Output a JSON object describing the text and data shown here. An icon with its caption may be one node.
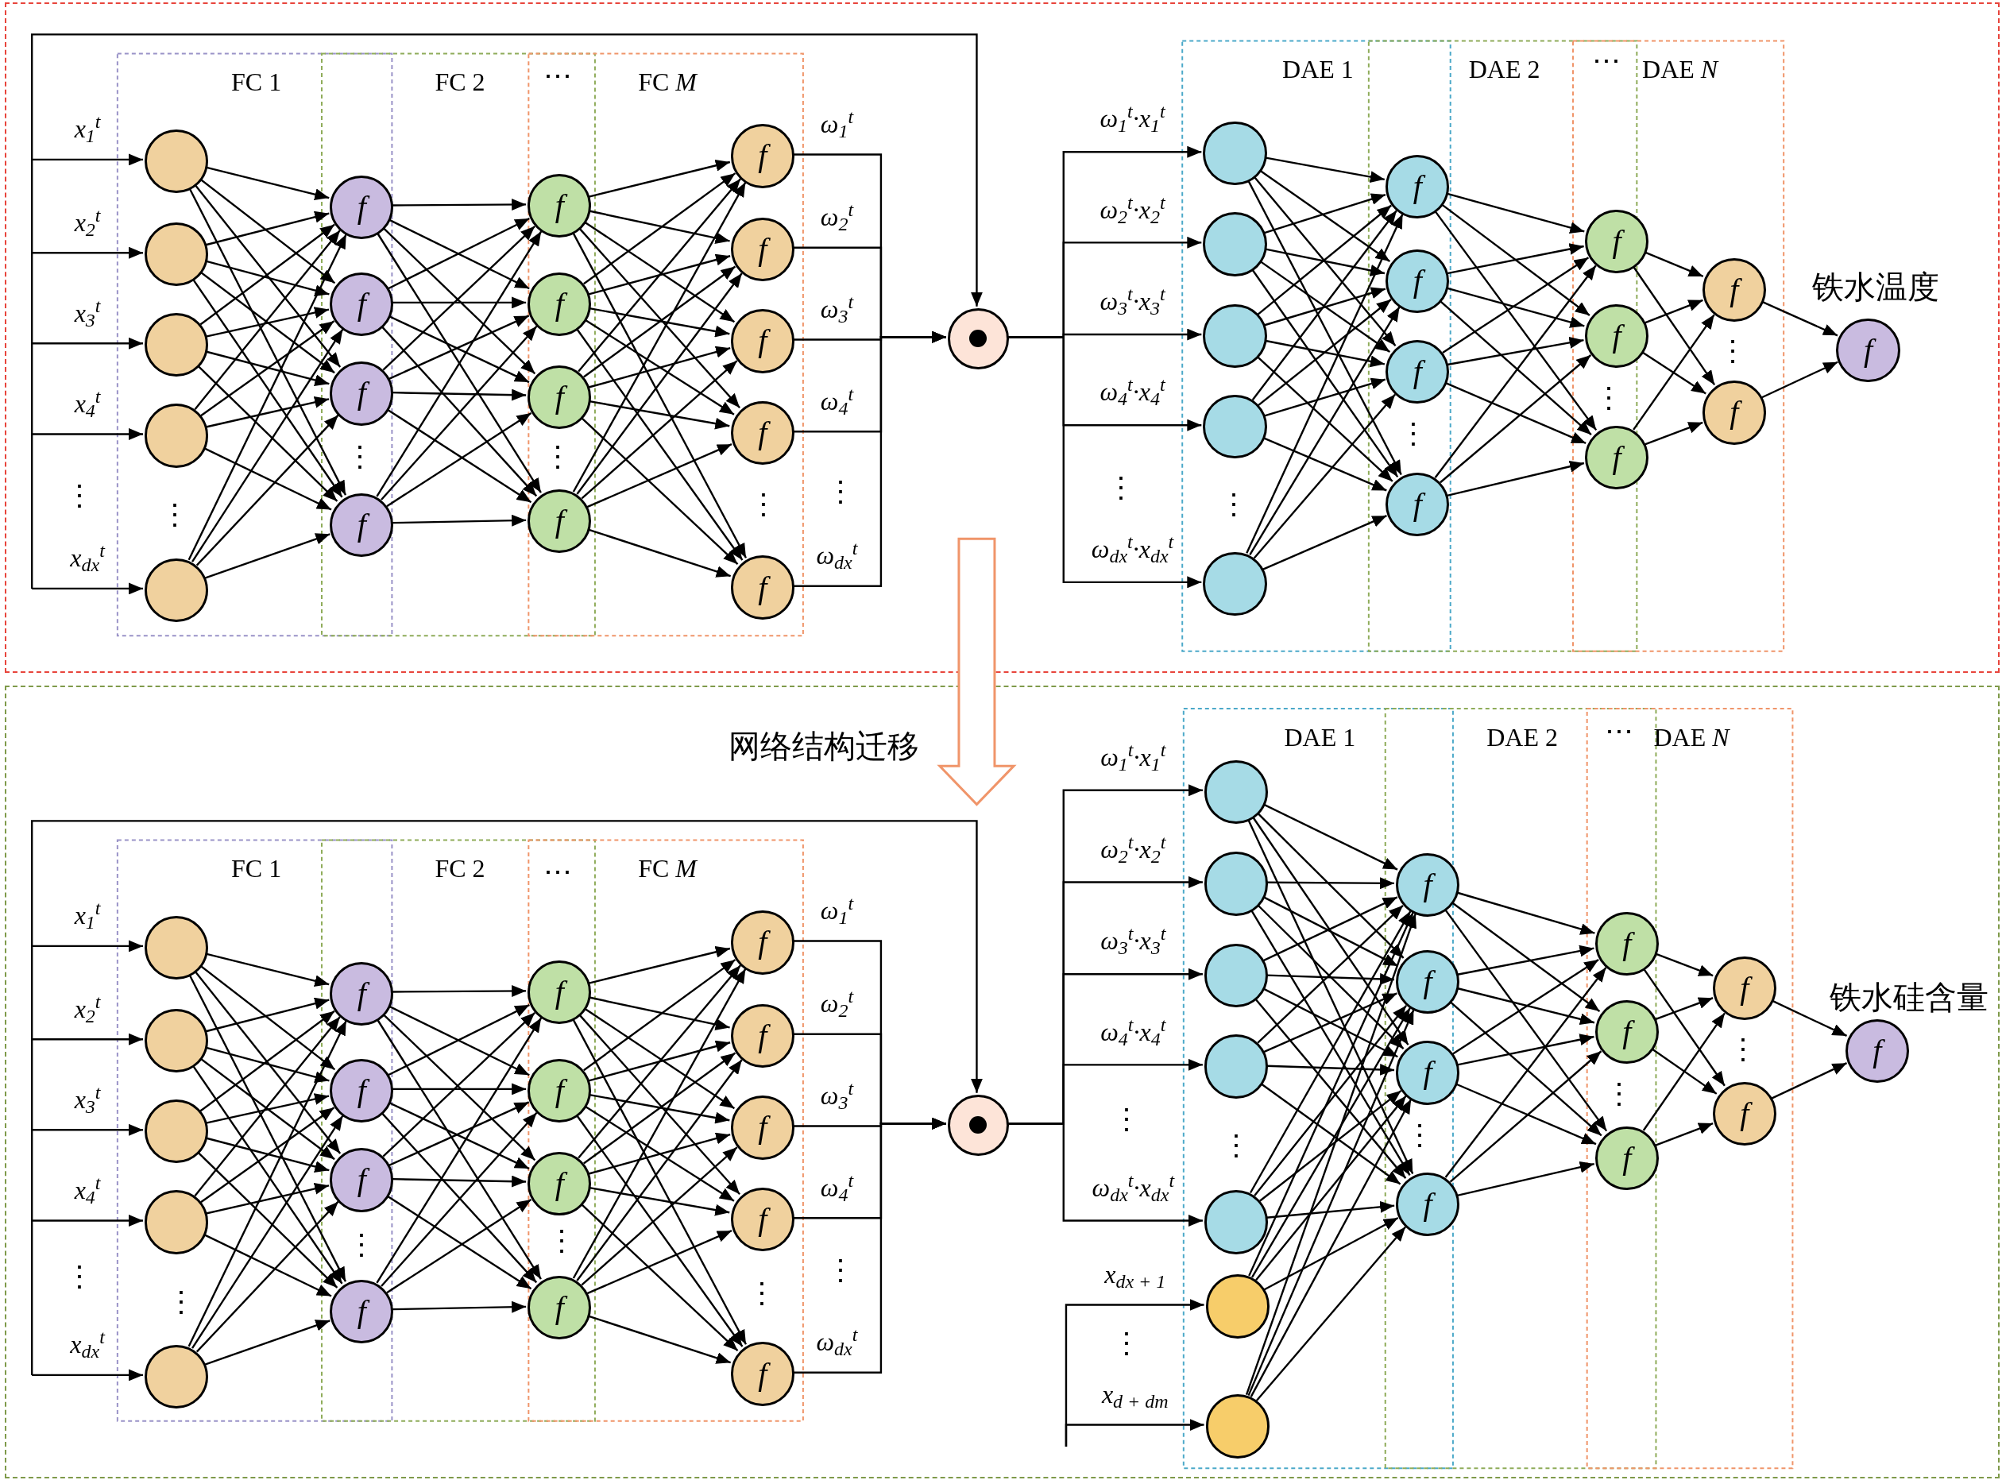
{
  "diagram": {
    "nodes": [
      {
        "text": [],
        "shape": "box"
      },
      {
        "text": [
          "FC 1"
        ],
        "in": 0
      },
      {
        "text": [
          "FC 2"
        ],
        "in": 0
      },
      {
        "text": [
          "FC *M*"
        ],
        "in": 0
      },
      {
        "text": [
          "DAE 1"
        ],
        "in": 0
      },
      {
        "text": [
          "DAE 2"
        ],
        "in": 0
      },
      {
        "text": [
          "DAE *N*"
        ],
        "in": 0
      },
      {
        "text": [],
        "shape": "circle",
        "in": 0
      },
      {
        "text": [],
        "shape": "circle",
        "in": 0
      },
      {
        "text": [],
        "shape": "circle",
        "in": 0
      },
      {
        "text": [],
        "shape": "circle",
        "in": 0
      },
      {
        "text": [],
        "shape": "circle",
        "in": 0
      },
      {
        "text": [
          "f"
        ],
        "in": 0
      },
      {
        "text": [
          "f"
        ],
        "in": 0
      },
      {
        "text": [
          "f"
        ],
        "in": 0
      },
      {
        "text": [
          "f"
        ],
        "in": 0
      },
      {
        "text": [
          "f"
        ],
        "in": 0
      },
      {
        "text": [
          "f"
        ],
        "in": 0
      },
      {
        "text": [
          "f"
        ],
        "in": 0
      },
      {
        "text": [
          "f"
        ],
        "in": 0
      },
      {
        "text": [
          "f"
        ],
        "in": 0
      },
      {
        "text": [
          "f"
        ],
        "in": 0
      },
      {
        "text": [
          "f"
        ],
        "in": 0
      },
      {
        "text": [
          "f"
        ],
        "in": 0
      },
      {
        "text": [
          "f"
        ],
        "in": 0
      },
      {
        "text": [],
        "shape": "circle",
        "in": 0
      },
      {
        "text": [],
        "shape": "circle",
        "in": 0
      },
      {
        "text": [],
        "shape": "circle",
        "in": 0
      },
      {
        "text": [],
        "shape": "circle",
        "in": 0
      },
      {
        "text": [],
        "shape": "circle",
        "in": 0
      },
      {
        "text": [],
        "shape": "circle",
        "in": 0
      },
      {
        "text": [
          "f"
        ],
        "in": 0
      },
      {
        "text": [
          "f"
        ],
        "in": 0
      },
      {
        "text": [
          "f"
        ],
        "in": 0
      },
      {
        "text": [
          "f"
        ],
        "in": 0
      },
      {
        "text": [
          "f"
        ],
        "in": 0
      },
      {
        "text": [
          "f"
        ],
        "in": 0
      },
      {
        "text": [
          "f"
        ],
        "in": 0
      },
      {
        "text": [
          "f"
        ],
        "in": 0
      },
      {
        "text": [
          "f"
        ],
        "in": 0
      },
      {
        "text": [
          "f"
        ],
        "in": 0,
        "beside": [
          "铁水温度"
        ]
      },
      {
        "text": [],
        "shape": "box"
      },
      {
        "text": [
          "FC 1"
        ],
        "in": 41
      },
      {
        "text": [
          "FC 2"
        ],
        "in": 41
      },
      {
        "text": [
          "FC *M*"
        ],
        "in": 41
      },
      {
        "text": [
          "DAE 1"
        ],
        "in": 41
      },
      {
        "text": [
          "DAE 2"
        ],
        "in": 41
      },
      {
        "text": [
          "DAE *N*"
        ],
        "in": 41
      },
      {
        "text": [],
        "shape": "circle",
        "in": 41
      },
      {
        "text": [],
        "shape": "circle",
        "in": 41
      },
      {
        "text": [],
        "shape": "circle",
        "in": 41
      },
      {
        "text": [],
        "shape": "circle",
        "in": 41
      },
      {
        "text": [],
        "shape": "circle",
        "in": 41
      },
      {
        "text": [
          "f"
        ],
        "in": 41
      },
      {
        "text": [
          "f"
        ],
        "in": 41
      },
      {
        "text": [
          "f"
        ],
        "in": 41
      },
      {
        "text": [
          "f"
        ],
        "in": 41
      },
      {
        "text": [
          "f"
        ],
        "in": 41
      },
      {
        "text": [
          "f"
        ],
        "in": 41
      },
      {
        "text": [
          "f"
        ],
        "in": 41
      },
      {
        "text": [
          "f"
        ],
        "in": 41
      },
      {
        "text": [
          "f"
        ],
        "in": 41
      },
      {
        "text": [
          "f"
        ],
        "in": 41
      },
      {
        "text": [
          "f"
        ],
        "in": 41
      },
      {
        "text": [
          "f"
        ],
        "in": 41
      },
      {
        "text": [
          "f"
        ],
        "in": 41
      },
      {
        "text": [],
        "shape": "circle",
        "in": 41
      },
      {
        "text": [],
        "shape": "circle",
        "in": 41
      },
      {
        "text": [],
        "shape": "circle",
        "in": 41
      },
      {
        "text": [],
        "shape": "circle",
        "in": 41
      },
      {
        "text": [],
        "shape": "circle",
        "in": 41
      },
      {
        "text": [],
        "shape": "circle",
        "in": 41
      },
      {
        "text": [],
        "shape": "circle",
        "in": 41
      },
      {
        "text": [],
        "shape": "circle",
        "in": 41
      },
      {
        "text": [
          "f"
        ],
        "in": 41
      },
      {
        "text": [
          "f"
        ],
        "in": 41
      },
      {
        "text": [
          "f"
        ],
        "in": 41
      },
      {
        "text": [
          "f"
        ],
        "in": 41
      },
      {
        "text": [
          "f"
        ],
        "in": 41
      },
      {
        "text": [
          "f"
        ],
        "in": 41
      },
      {
        "text": [
          "f"
        ],
        "in": 41
      },
      {
        "text": [
          "f"
        ],
        "in": 41
      },
      {
        "text": [
          "f"
        ],
        "in": 41
      },
      {
        "text": [
          "f"
        ],
        "in": 41,
        "beside": [
          "铁水硅含量"
        ]
      }
    ],
    "edges": [
      {
        "from": null,
        "to": 7,
        "arrow": "to",
        "label": "x$_{1}$$^{t}$"
      },
      {
        "from": null,
        "to": 8,
        "arrow": "to",
        "label": "x$_{2}$$^{t}$"
      },
      {
        "from": null,
        "to": 9,
        "arrow": "to",
        "label": "x$_{3}$$^{t}$"
      },
      {
        "from": null,
        "to": 10,
        "arrow": "to",
        "label": "x$_{4}$$^{t}$"
      },
      {
        "from": null,
        "to": 11,
        "arrow": "to",
        "label": "x$_{dx}$$^{t}$"
      },
      {
        "from": null,
        "to": 25,
        "arrow": "to"
      },
      {
        "from": 7,
        "to": 12,
        "arrow": "to"
      },
      {
        "from": 7,
        "to": 13,
        "arrow": "to"
      },
      {
        "from": 7,
        "to": 14,
        "arrow": "to"
      },
      {
        "from": 7,
        "to": 15,
        "arrow": "to"
      },
      {
        "from": 8,
        "to": 12,
        "arrow": "to"
      },
      {
        "from": 8,
        "to": 13,
        "arrow": "to"
      },
      {
        "from": 8,
        "to": 14,
        "arrow": "to"
      },
      {
        "from": 8,
        "to": 15,
        "arrow": "to"
      },
      {
        "from": 9,
        "to": 12,
        "arrow": "to"
      },
      {
        "from": 9,
        "to": 13,
        "arrow": "to"
      },
      {
        "from": 9,
        "to": 14,
        "arrow": "to"
      },
      {
        "from": 9,
        "to": 15,
        "arrow": "to"
      },
      {
        "from": 10,
        "to": 12,
        "arrow": "to"
      },
      {
        "from": 10,
        "to": 13,
        "arrow": "to"
      },
      {
        "from": 10,
        "to": 14,
        "arrow": "to"
      },
      {
        "from": 10,
        "to": 15,
        "arrow": "to"
      },
      {
        "from": 11,
        "to": 12,
        "arrow": "to"
      },
      {
        "from": 11,
        "to": 13,
        "arrow": "to"
      },
      {
        "from": 11,
        "to": 14,
        "arrow": "to"
      },
      {
        "from": 11,
        "to": 15,
        "arrow": "to"
      },
      {
        "from": 12,
        "to": 16,
        "arrow": "to"
      },
      {
        "from": 12,
        "to": 17,
        "arrow": "to"
      },
      {
        "from": 12,
        "to": 18,
        "arrow": "to"
      },
      {
        "from": 12,
        "to": 19,
        "arrow": "to"
      },
      {
        "from": 13,
        "to": 16,
        "arrow": "to"
      },
      {
        "from": 13,
        "to": 17,
        "arrow": "to"
      },
      {
        "from": 13,
        "to": 18,
        "arrow": "to"
      },
      {
        "from": 13,
        "to": 19,
        "arrow": "to"
      },
      {
        "from": 14,
        "to": 16,
        "arrow": "to"
      },
      {
        "from": 14,
        "to": 17,
        "arrow": "to"
      },
      {
        "from": 14,
        "to": 18,
        "arrow": "to"
      },
      {
        "from": 14,
        "to": 19,
        "arrow": "to"
      },
      {
        "from": 15,
        "to": 16,
        "arrow": "to"
      },
      {
        "from": 15,
        "to": 17,
        "arrow": "to"
      },
      {
        "from": 15,
        "to": 18,
        "arrow": "to"
      },
      {
        "from": 15,
        "to": 19,
        "arrow": "to"
      },
      {
        "from": 16,
        "to": 20,
        "arrow": "to"
      },
      {
        "from": 16,
        "to": 21,
        "arrow": "to"
      },
      {
        "from": 16,
        "to": 22,
        "arrow": "to"
      },
      {
        "from": 16,
        "to": 23,
        "arrow": "to"
      },
      {
        "from": 16,
        "to": 24,
        "arrow": "to"
      },
      {
        "from": 17,
        "to": 20,
        "arrow": "to"
      },
      {
        "from": 17,
        "to": 21,
        "arrow": "to"
      },
      {
        "from": 17,
        "to": 22,
        "arrow": "to"
      },
      {
        "from": 17,
        "to": 23,
        "arrow": "to"
      },
      {
        "from": 17,
        "to": 24,
        "arrow": "to"
      },
      {
        "from": 18,
        "to": 20,
        "arrow": "to"
      },
      {
        "from": 18,
        "to": 21,
        "arrow": "to"
      },
      {
        "from": 18,
        "to": 22,
        "arrow": "to"
      },
      {
        "from": 18,
        "to": 23,
        "arrow": "to"
      },
      {
        "from": 18,
        "to": 24,
        "arrow": "to"
      },
      {
        "from": 19,
        "to": 20,
        "arrow": "to"
      },
      {
        "from": 19,
        "to": 21,
        "arrow": "to"
      },
      {
        "from": 19,
        "to": 22,
        "arrow": "to"
      },
      {
        "from": 19,
        "to": 23,
        "arrow": "to"
      },
      {
        "from": 19,
        "to": 24,
        "arrow": "to"
      },
      {
        "from": 20,
        "to": 25,
        "arrow": "to",
        "label": "ω$_{1}$$^{t}$"
      },
      {
        "from": 21,
        "to": 25,
        "arrow": "to",
        "label": "ω$_{2}$$^{t}$"
      },
      {
        "from": 22,
        "to": 25,
        "arrow": "to",
        "label": "ω$_{3}$$^{t}$"
      },
      {
        "from": 23,
        "to": 25,
        "arrow": "to",
        "label": "ω$_{4}$$^{t}$"
      },
      {
        "from": 24,
        "to": 25,
        "arrow": "to",
        "label": "ω$_{dx}$$^{t}$"
      },
      {
        "from": 25,
        "to": 26,
        "arrow": "to",
        "label": "ω$_{1}$$^{t}$·x$_{1}$$^{t}$"
      },
      {
        "from": 25,
        "to": 27,
        "arrow": "to",
        "label": "ω$_{2}$$^{t}$·x$_{2}$$^{t}$"
      },
      {
        "from": 25,
        "to": 28,
        "arrow": "to",
        "label": "ω$_{3}$$^{t}$·x$_{3}$$^{t}$"
      },
      {
        "from": 25,
        "to": 29,
        "arrow": "to",
        "label": "ω$_{4}$$^{t}$·x$_{4}$$^{t}$"
      },
      {
        "from": 25,
        "to": 30,
        "arrow": "to",
        "label": "ω$_{dx}$$^{t}$·x$_{dx}$$^{t}$"
      },
      {
        "from": 26,
        "to": 31,
        "arrow": "to"
      },
      {
        "from": 26,
        "to": 32,
        "arrow": "to"
      },
      {
        "from": 26,
        "to": 33,
        "arrow": "to"
      },
      {
        "from": 26,
        "to": 34,
        "arrow": "to"
      },
      {
        "from": 27,
        "to": 31,
        "arrow": "to"
      },
      {
        "from": 27,
        "to": 32,
        "arrow": "to"
      },
      {
        "from": 27,
        "to": 33,
        "arrow": "to"
      },
      {
        "from": 27,
        "to": 34,
        "arrow": "to"
      },
      {
        "from": 28,
        "to": 31,
        "arrow": "to"
      },
      {
        "from": 28,
        "to": 32,
        "arrow": "to"
      },
      {
        "from": 28,
        "to": 33,
        "arrow": "to"
      },
      {
        "from": 28,
        "to": 34,
        "arrow": "to"
      },
      {
        "from": 29,
        "to": 31,
        "arrow": "to"
      },
      {
        "from": 29,
        "to": 32,
        "arrow": "to"
      },
      {
        "from": 29,
        "to": 33,
        "arrow": "to"
      },
      {
        "from": 29,
        "to": 34,
        "arrow": "to"
      },
      {
        "from": 30,
        "to": 31,
        "arrow": "to"
      },
      {
        "from": 30,
        "to": 32,
        "arrow": "to"
      },
      {
        "from": 30,
        "to": 33,
        "arrow": "to"
      },
      {
        "from": 30,
        "to": 34,
        "arrow": "to"
      },
      {
        "from": 31,
        "to": 35,
        "arrow": "to"
      },
      {
        "from": 31,
        "to": 36,
        "arrow": "to"
      },
      {
        "from": 31,
        "to": 37,
        "arrow": "to"
      },
      {
        "from": 32,
        "to": 35,
        "arrow": "to"
      },
      {
        "from": 32,
        "to": 36,
        "arrow": "to"
      },
      {
        "from": 32,
        "to": 37,
        "arrow": "to"
      },
      {
        "from": 33,
        "to": 35,
        "arrow": "to"
      },
      {
        "from": 33,
        "to": 36,
        "arrow": "to"
      },
      {
        "from": 33,
        "to": 37,
        "arrow": "to"
      },
      {
        "from": 34,
        "to": 35,
        "arrow": "to"
      },
      {
        "from": 34,
        "to": 36,
        "arrow": "to"
      },
      {
        "from": 34,
        "to": 37,
        "arrow": "to"
      },
      {
        "from": 35,
        "to": 38,
        "arrow": "to"
      },
      {
        "from": 35,
        "to": 39,
        "arrow": "to"
      },
      {
        "from": 36,
        "to": 38,
        "arrow": "to"
      },
      {
        "from": 36,
        "to": 39,
        "arrow": "to"
      },
      {
        "from": 37,
        "to": 38,
        "arrow": "to"
      },
      {
        "from": 37,
        "to": 39,
        "arrow": "to"
      },
      {
        "from": 38,
        "to": 40,
        "arrow": "to"
      },
      {
        "from": 39,
        "to": 40,
        "arrow": "to"
      },
      {
        "from": null,
        "to": 48,
        "arrow": "to",
        "label": "x$_{1}$$^{t}$"
      },
      {
        "from": null,
        "to": 49,
        "arrow": "to",
        "label": "x$_{2}$$^{t}$"
      },
      {
        "from": null,
        "to": 50,
        "arrow": "to",
        "label": "x$_{3}$$^{t}$"
      },
      {
        "from": null,
        "to": 51,
        "arrow": "to",
        "label": "x$_{4}$$^{t}$"
      },
      {
        "from": null,
        "to": 52,
        "arrow": "to",
        "label": "x$_{dx}$$^{t}$"
      },
      {
        "from": null,
        "to": 66,
        "arrow": "to"
      },
      {
        "from": 48,
        "to": 53,
        "arrow": "to"
      },
      {
        "from": 48,
        "to": 54,
        "arrow": "to"
      },
      {
        "from": 48,
        "to": 55,
        "arrow": "to"
      },
      {
        "from": 48,
        "to": 56,
        "arrow": "to"
      },
      {
        "from": 49,
        "to": 53,
        "arrow": "to"
      },
      {
        "from": 49,
        "to": 54,
        "arrow": "to"
      },
      {
        "from": 49,
        "to": 55,
        "arrow": "to"
      },
      {
        "from": 49,
        "to": 56,
        "arrow": "to"
      },
      {
        "from": 50,
        "to": 53,
        "arrow": "to"
      },
      {
        "from": 50,
        "to": 54,
        "arrow": "to"
      },
      {
        "from": 50,
        "to": 55,
        "arrow": "to"
      },
      {
        "from": 50,
        "to": 56,
        "arrow": "to"
      },
      {
        "from": 51,
        "to": 53,
        "arrow": "to"
      },
      {
        "from": 51,
        "to": 54,
        "arrow": "to"
      },
      {
        "from": 51,
        "to": 55,
        "arrow": "to"
      },
      {
        "from": 51,
        "to": 56,
        "arrow": "to"
      },
      {
        "from": 52,
        "to": 53,
        "arrow": "to"
      },
      {
        "from": 52,
        "to": 54,
        "arrow": "to"
      },
      {
        "from": 52,
        "to": 55,
        "arrow": "to"
      },
      {
        "from": 52,
        "to": 56,
        "arrow": "to"
      },
      {
        "from": 53,
        "to": 57,
        "arrow": "to"
      },
      {
        "from": 53,
        "to": 58,
        "arrow": "to"
      },
      {
        "from": 53,
        "to": 59,
        "arrow": "to"
      },
      {
        "from": 53,
        "to": 60,
        "arrow": "to"
      },
      {
        "from": 54,
        "to": 57,
        "arrow": "to"
      },
      {
        "from": 54,
        "to": 58,
        "arrow": "to"
      },
      {
        "from": 54,
        "to": 59,
        "arrow": "to"
      },
      {
        "from": 54,
        "to": 60,
        "arrow": "to"
      },
      {
        "from": 55,
        "to": 57,
        "arrow": "to"
      },
      {
        "from": 55,
        "to": 58,
        "arrow": "to"
      },
      {
        "from": 55,
        "to": 59,
        "arrow": "to"
      },
      {
        "from": 55,
        "to": 60,
        "arrow": "to"
      },
      {
        "from": 56,
        "to": 57,
        "arrow": "to"
      },
      {
        "from": 56,
        "to": 58,
        "arrow": "to"
      },
      {
        "from": 56,
        "to": 59,
        "arrow": "to"
      },
      {
        "from": 56,
        "to": 60,
        "arrow": "to"
      },
      {
        "from": 57,
        "to": 61,
        "arrow": "to"
      },
      {
        "from": 57,
        "to": 62,
        "arrow": "to"
      },
      {
        "from": 57,
        "to": 63,
        "arrow": "to"
      },
      {
        "from": 57,
        "to": 64,
        "arrow": "to"
      },
      {
        "from": 57,
        "to": 65,
        "arrow": "to"
      },
      {
        "from": 58,
        "to": 61,
        "arrow": "to"
      },
      {
        "from": 58,
        "to": 62,
        "arrow": "to"
      },
      {
        "from": 58,
        "to": 63,
        "arrow": "to"
      },
      {
        "from": 58,
        "to": 64,
        "arrow": "to"
      },
      {
        "from": 58,
        "to": 65,
        "arrow": "to"
      },
      {
        "from": 59,
        "to": 61,
        "arrow": "to"
      },
      {
        "from": 59,
        "to": 62,
        "arrow": "to"
      },
      {
        "from": 59,
        "to": 63,
        "arrow": "to"
      },
      {
        "from": 59,
        "to": 64,
        "arrow": "to"
      },
      {
        "from": 59,
        "to": 65,
        "arrow": "to"
      },
      {
        "from": 60,
        "to": 61,
        "arrow": "to"
      },
      {
        "from": 60,
        "to": 62,
        "arrow": "to"
      },
      {
        "from": 60,
        "to": 63,
        "arrow": "to"
      },
      {
        "from": 60,
        "to": 64,
        "arrow": "to"
      },
      {
        "from": 60,
        "to": 65,
        "arrow": "to"
      },
      {
        "from": 61,
        "to": 66,
        "arrow": "to",
        "label": "ω$_{1}$$^{t}$"
      },
      {
        "from": 62,
        "to": 66,
        "arrow": "to",
        "label": "ω$_{2}$$^{t}$"
      },
      {
        "from": 63,
        "to": 66,
        "arrow": "to",
        "label": "ω$_{3}$$^{t}$"
      },
      {
        "from": 64,
        "to": 66,
        "arrow": "to",
        "label": "ω$_{4}$$^{t}$"
      },
      {
        "from": 65,
        "to": 66,
        "arrow": "to",
        "label": "ω$_{dx}$$^{t}$"
      },
      {
        "from": 66,
        "to": 67,
        "arrow": "to",
        "label": "ω$_{1}$$^{t}$·x$_{1}$$^{t}$"
      },
      {
        "from": 66,
        "to": 68,
        "arrow": "to",
        "label": "ω$_{2}$$^{t}$·x$_{2}$$^{t}$"
      },
      {
        "from": 66,
        "to": 69,
        "arrow": "to",
        "label": "ω$_{3}$$^{t}$·x$_{3}$$^{t}$"
      },
      {
        "from": 66,
        "to": 70,
        "arrow": "to",
        "label": "ω$_{4}$$^{t}$·x$_{4}$$^{t}$"
      },
      {
        "from": 66,
        "to": 71,
        "arrow": "to",
        "label": "ω$_{dx}$$^{t}$·x$_{dx}$$^{t}$"
      },
      {
        "from": null,
        "to": 72,
        "arrow": "to",
        "label": "x$_{dx + 1}$"
      },
      {
        "from": null,
        "to": 73,
        "arrow": "to",
        "label": "x$_{d + dm}$"
      },
      {
        "from": 67,
        "to": 74,
        "arrow": "to"
      },
      {
        "from": 67,
        "to": 75,
        "arrow": "to"
      },
      {
        "from": 67,
        "to": 76,
        "arrow": "to"
      },
      {
        "from": 67,
        "to": 77,
        "arrow": "to"
      },
      {
        "from": 68,
        "to": 74,
        "arrow": "to"
      },
      {
        "from": 68,
        "to": 75,
        "arrow": "to"
      },
      {
        "from": 68,
        "to": 76,
        "arrow": "to"
      },
      {
        "from": 68,
        "to": 77,
        "arrow": "to"
      },
      {
        "from": 69,
        "to": 74,
        "arrow": "to"
      },
      {
        "from": 69,
        "to": 75,
        "arrow": "to"
      },
      {
        "from": 69,
        "to": 76,
        "arrow": "to"
      },
      {
        "from": 69,
        "to": 77,
        "arrow": "to"
      },
      {
        "from": 70,
        "to": 74,
        "arrow": "to"
      },
      {
        "from": 70,
        "to": 75,
        "arrow": "to"
      },
      {
        "from": 70,
        "to": 76,
        "arrow": "to"
      },
      {
        "from": 70,
        "to": 77,
        "arrow": "to"
      },
      {
        "from": 71,
        "to": 74,
        "arrow": "to"
      },
      {
        "from": 71,
        "to": 75,
        "arrow": "to"
      },
      {
        "from": 71,
        "to": 76,
        "arrow": "to"
      },
      {
        "from": 71,
        "to": 77,
        "arrow": "to"
      },
      {
        "from": 72,
        "to": 74,
        "arrow": "to"
      },
      {
        "from": 72,
        "to": 75,
        "arrow": "to"
      },
      {
        "from": 72,
        "to": 76,
        "arrow": "to"
      },
      {
        "from": 72,
        "to": 77,
        "arrow": "to"
      },
      {
        "from": 73,
        "to": 74,
        "arrow": "to"
      },
      {
        "from": 73,
        "to": 75,
        "arrow": "to"
      },
      {
        "from": 73,
        "to": 76,
        "arrow": "to"
      },
      {
        "from": 73,
        "to": 77,
        "arrow": "to"
      },
      {
        "from": 74,
        "to": 78,
        "arrow": "to"
      },
      {
        "from": 74,
        "to": 79,
        "arrow": "to"
      },
      {
        "from": 74,
        "to": 80,
        "arrow": "to"
      },
      {
        "from": 75,
        "to": 78,
        "arrow": "to"
      },
      {
        "from": 75,
        "to": 79,
        "arrow": "to"
      },
      {
        "from": 75,
        "to": 80,
        "arrow": "to"
      },
      {
        "from": 76,
        "to": 78,
        "arrow": "to"
      },
      {
        "from": 76,
        "to": 79,
        "arrow": "to"
      },
      {
        "from": 76,
        "to": 80,
        "arrow": "to"
      },
      {
        "from": 77,
        "to": 78,
        "arrow": "to"
      },
      {
        "from": 77,
        "to": 79,
        "arrow": "to"
      },
      {
        "from": 77,
        "to": 80,
        "arrow": "to"
      },
      {
        "from": 78,
        "to": 81,
        "arrow": "to"
      },
      {
        "from": 78,
        "to": 82,
        "arrow": "to"
      },
      {
        "from": 79,
        "to": 81,
        "arrow": "to"
      },
      {
        "from": 79,
        "to": 82,
        "arrow": "to"
      },
      {
        "from": 80,
        "to": 81,
        "arrow": "to"
      },
      {
        "from": 80,
        "to": 82,
        "arrow": "to"
      },
      {
        "from": 81,
        "to": 83,
        "arrow": "to"
      },
      {
        "from": 82,
        "to": 83,
        "arrow": "to"
      },
      {
        "from": 0,
        "to": 41,
        "arrow": "to",
        "label": "网络结构迁移",
        "style": "thick",
        "color": "#f0956a"
      }
    ],
    "labels": [
      "⋯",
      "⋮",
      "⋮",
      "⋮",
      "⋮",
      "⋮",
      "⋮",
      "⋯",
      "⋮",
      "⋮",
      "⋮",
      "⋮",
      "⋮",
      "⋯",
      "⋮",
      "⋮",
      "⋮",
      "⋮",
      "⋮",
      "⋮",
      "⋯",
      "⋮",
      "⋮",
      "⋮",
      "⋮",
      "⋮",
      "⋮"
    ]
  }
}
